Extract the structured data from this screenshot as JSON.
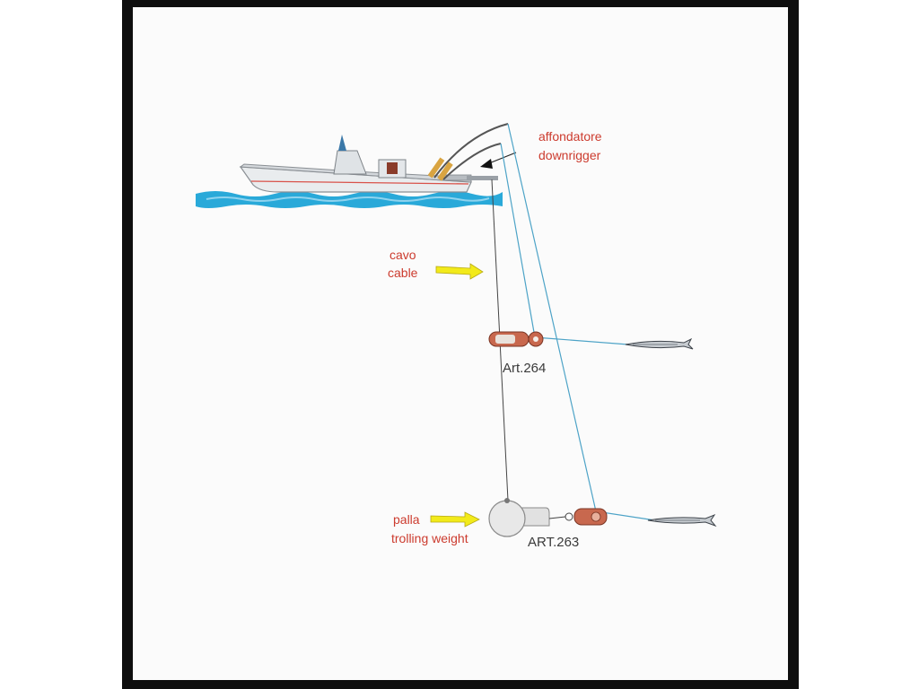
{
  "labels": {
    "downrigger_it": "affondatore",
    "downrigger_en": "downrigger",
    "cable_it": "cavo",
    "cable_en": "cable",
    "weight_it": "palla",
    "weight_en": "trolling weight",
    "release_upper": "Art.264",
    "release_lower": "ART.263"
  },
  "colors": {
    "label_red": "#cc3b2e",
    "arrow_yellow": "#f2ea1a",
    "water_blue": "#29a9d9",
    "fishing_line": "#4da3c7",
    "release_body": "#c8684e",
    "frame": "#0e0e0e"
  }
}
